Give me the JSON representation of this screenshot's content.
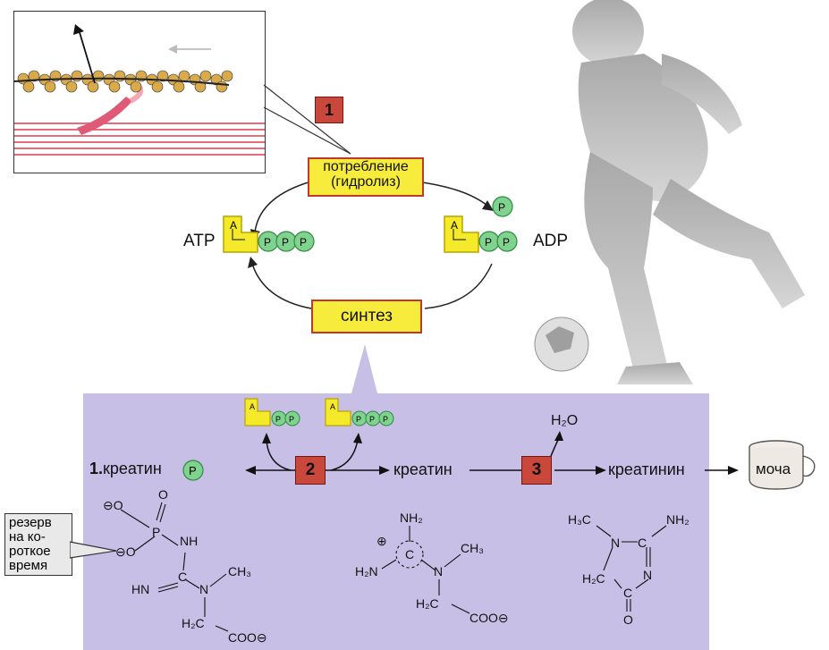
{
  "labels": {
    "step1": "1",
    "step2": "2",
    "step3": "3",
    "consumption_line1": "потребление",
    "consumption_line2": "(гидролиз)",
    "synthesis": "синтез",
    "atp": "ATP",
    "adp": "ADP",
    "phosphate": "P",
    "adenosine": "A",
    "creatine_phosphate_prefix": "1.",
    "creatine_phosphate": "креатин",
    "creatine": "креатин",
    "creatinine": "креатинин",
    "water": "H₂O",
    "urine": "моча",
    "reserve": [
      "резерв",
      "на ко-",
      "роткое",
      "время"
    ]
  },
  "chem": {
    "cp_o_minus_top": "⊖O",
    "cp_o_double": "O",
    "cp_p": "P",
    "cp_nh": "NH",
    "cp_o_minus_left": "⊖O",
    "cp_c": "C",
    "cp_hn": "HN",
    "cp_n": "N",
    "cp_ch3": "CH₃",
    "cp_h2c": "H₂C",
    "cp_coo": "COO⊖",
    "cr_nh2_top": "NH₂",
    "cr_plus": "⊕",
    "cr_c": "C",
    "cr_h2n": "H₂N",
    "cr_n": "N",
    "cr_ch3": "CH₃",
    "cr_h2c": "H₂C",
    "cr_coo": "COO⊖",
    "cn_h3c": "H₃C",
    "cn_nh2": "NH₂",
    "cn_n1": "N",
    "cn_c2": "C",
    "cn_n3": "N",
    "cn_h2c": "H₂C",
    "cn_c4": "C",
    "cn_o": "O"
  },
  "colors": {
    "panel": "#c8bfe6",
    "yellow_box": "#f7ec3c",
    "box_border": "#c0392b",
    "step_box": "#c9473b",
    "phosphate": "#7fd38f",
    "adenosine": "#f5ea2a"
  }
}
